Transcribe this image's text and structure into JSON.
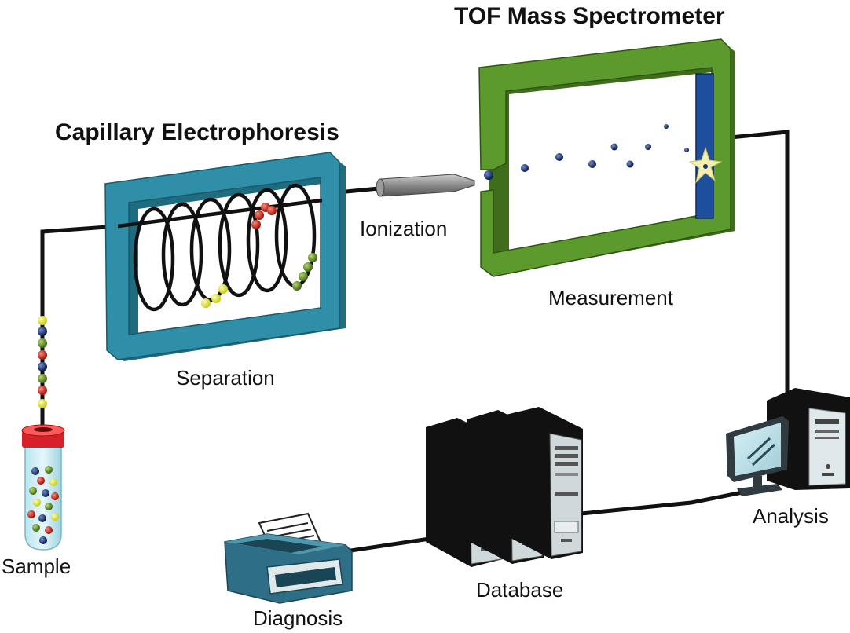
{
  "titles": {
    "capillary": "Capillary Electrophoresis",
    "tof": "TOF Mass Spectrometer"
  },
  "labels": {
    "sample": "Sample",
    "separation": "Separation",
    "ionization": "Ionization",
    "measurement": "Measurement",
    "analysis": "Analysis",
    "database": "Database",
    "diagnosis": "Diagnosis"
  },
  "colors": {
    "capillary_frame": "#2f8fa8",
    "tof_frame": "#5c9a2e",
    "detector": "#1e4f9c",
    "bead_yellow": "#e3e82a",
    "bead_green": "#6b9a2a",
    "bead_red": "#d42418",
    "bead_blue": "#1a2f6e",
    "tube_cap": "#d8202a",
    "server_body": "#111111",
    "server_front": "#cfd9dc",
    "printer": "#2e6f87",
    "wire": "#111111"
  },
  "icons": [
    "test-tube-icon",
    "coil-icon",
    "ionizer-nozzle-icon",
    "detector-icon",
    "computer-icon",
    "server-icon",
    "printer-icon"
  ]
}
